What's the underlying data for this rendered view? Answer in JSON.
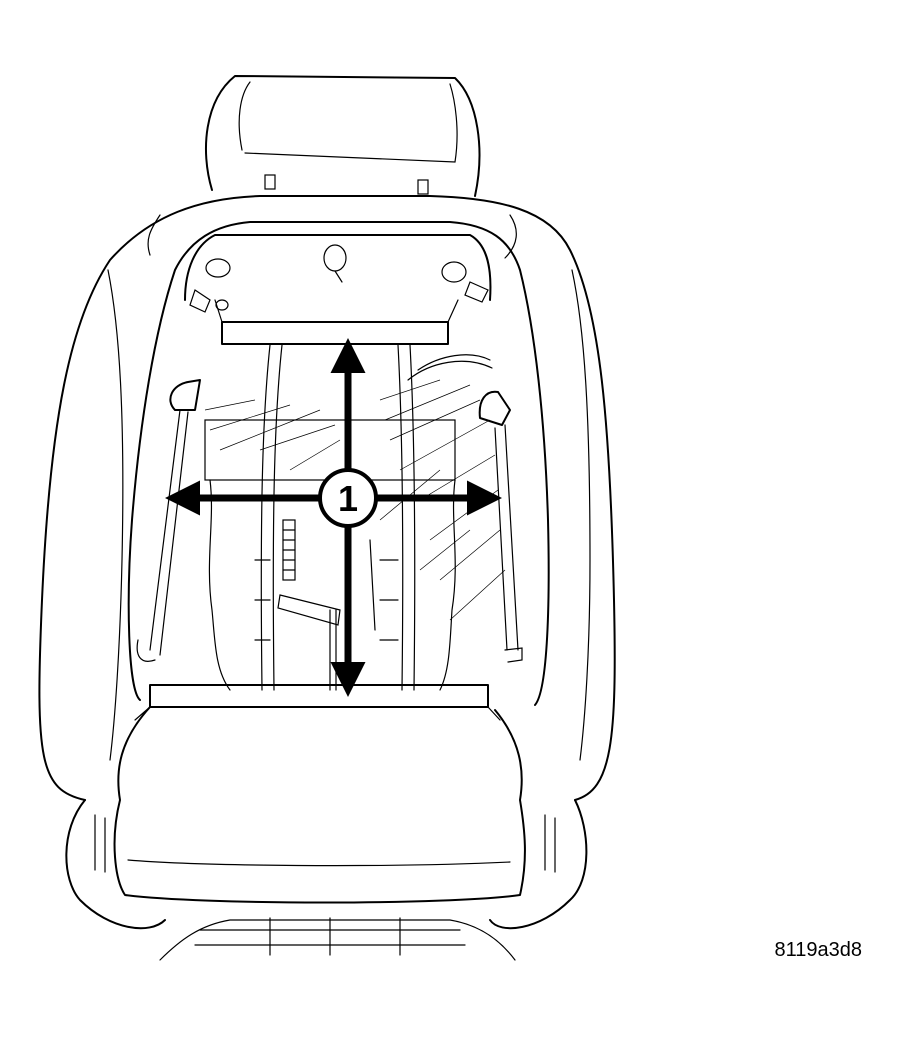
{
  "diagram": {
    "callout": {
      "label": "1"
    },
    "figure_id": "8119a3d8",
    "colors": {
      "ink": "#000000",
      "paper": "#ffffff"
    },
    "arrows": [
      "up",
      "down",
      "left",
      "right"
    ]
  }
}
